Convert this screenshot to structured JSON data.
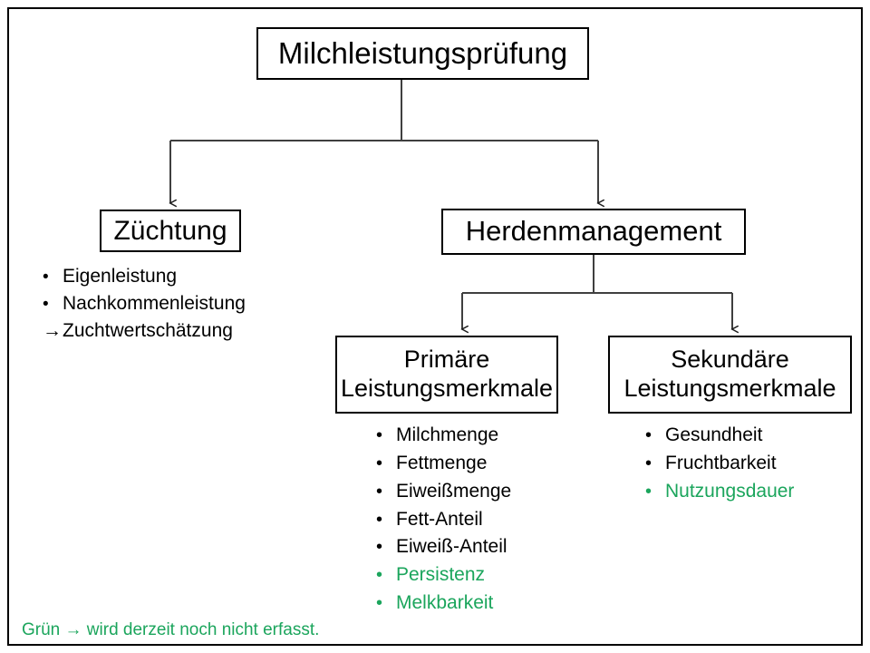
{
  "diagram": {
    "title_node": {
      "label": "Milchleistungsprüfung"
    },
    "level2": {
      "breeding": {
        "label": "Züchtung"
      },
      "herd": {
        "label": "Herdenmanagement"
      }
    },
    "level3": {
      "primary": {
        "label": "Primäre\nLeistungsmerkmale"
      },
      "secondary": {
        "label": "Sekundäre\nLeistungsmerkmale"
      }
    },
    "lists": {
      "breeding_items": [
        {
          "marker": "•",
          "text": "Eigenleistung",
          "color": "black"
        },
        {
          "marker": "•",
          "text": "Nachkommenleistung",
          "color": "black"
        },
        {
          "marker": "→",
          "text": "Zuchtwertschätzung",
          "color": "black"
        }
      ],
      "primary_items": [
        {
          "marker": "•",
          "text": "Milchmenge",
          "color": "black"
        },
        {
          "marker": "•",
          "text": "Fettmenge",
          "color": "black"
        },
        {
          "marker": "•",
          "text": "Eiweißmenge",
          "color": "black"
        },
        {
          "marker": "•",
          "text": "Fett-Anteil",
          "color": "black"
        },
        {
          "marker": "•",
          "text": "Eiweiß-Anteil",
          "color": "black"
        },
        {
          "marker": "•",
          "text": "Persistenz",
          "color": "green"
        },
        {
          "marker": "•",
          "text": "Melkbarkeit",
          "color": "green"
        }
      ],
      "secondary_items": [
        {
          "marker": "•",
          "text": "Gesundheit",
          "color": "black"
        },
        {
          "marker": "•",
          "text": "Fruchtbarkeit",
          "color": "black"
        },
        {
          "marker": "•",
          "text": "Nutzungsdauer",
          "color": "green"
        }
      ]
    },
    "legend": {
      "text": "Grün → wird derzeit noch nicht erfasst."
    },
    "colors": {
      "green": "#1BA55C",
      "black": "#000000",
      "background": "#FFFFFF",
      "connector": "#3F3F3F"
    }
  }
}
